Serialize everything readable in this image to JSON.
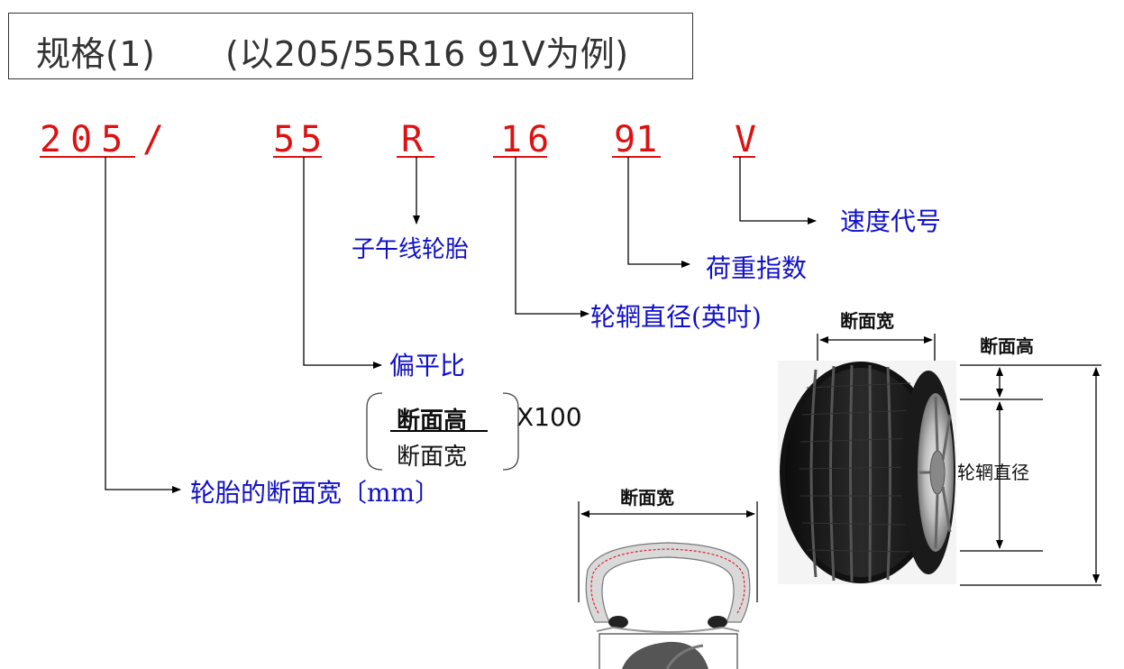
{
  "title": {
    "main": "规格(1)",
    "example": "(以205/55R16 91V为例)"
  },
  "code_parts": {
    "width": "205",
    "slash": "/",
    "aspect": "55",
    "radial": "R",
    "rim": "16",
    "load": "91",
    "speed": "V"
  },
  "labels": {
    "speed_symbol": "速度代号",
    "load_index": "荷重指数",
    "radial_tire": "子午线轮胎",
    "rim_diameter": "轮辋直径(英吋)",
    "aspect_ratio": "偏平比",
    "section_width": "轮胎的断面宽〔mm〕"
  },
  "formula": {
    "numerator": "断面高",
    "denominator": "断面宽",
    "multiplier": "X100"
  },
  "tire_labels": {
    "width_top": "断面宽",
    "height": "断面高",
    "rim": "轮辋直径",
    "width_cross": "断面宽"
  },
  "colors": {
    "code_red": "#dd1111",
    "label_blue": "#1010c8",
    "line": "#000000"
  }
}
